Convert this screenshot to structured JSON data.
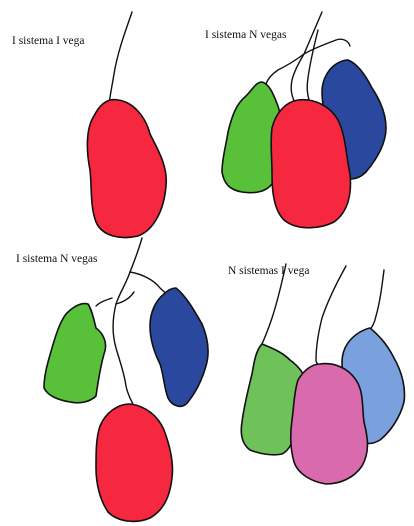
{
  "panels": [
    {
      "label": "I sistema I vega",
      "vega_colors": [
        "#f5283f"
      ]
    },
    {
      "label": "I sistema N vegas",
      "vega_colors": [
        "#59c139",
        "#f5283f",
        "#2b489f"
      ]
    },
    {
      "label": "I sistema N vegas",
      "vega_colors": [
        "#59c139",
        "#2b489f",
        "#f5283f"
      ]
    },
    {
      "label": "N sistemas I vega",
      "vega_colors": [
        "#6fc25a",
        "#d96aae",
        "#7aa0dd"
      ]
    }
  ]
}
